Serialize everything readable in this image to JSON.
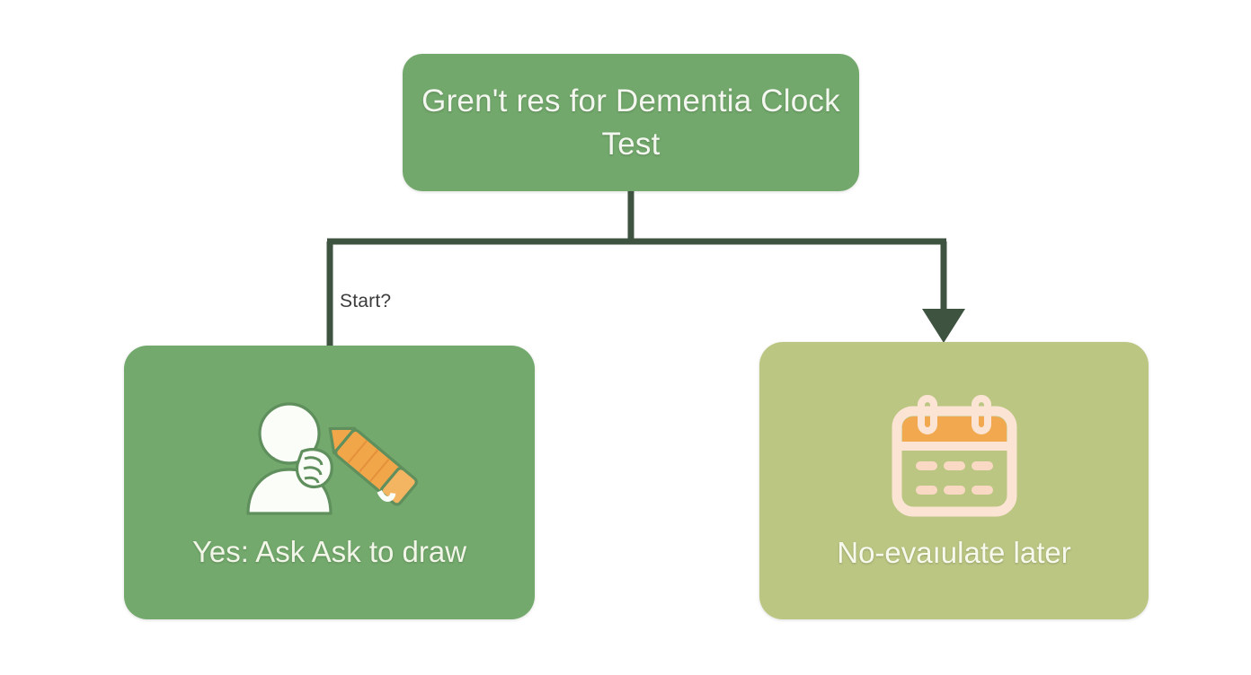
{
  "diagram": {
    "background_color": "#ffffff",
    "connector_color": "#3f5341",
    "nodes": [
      {
        "id": "root",
        "label": "Gren't res for Dementia Clock Test",
        "color": "#72a86c",
        "text_color": "#f4f7ef"
      },
      {
        "id": "yes",
        "label": "Yes: Ask Ask to draw",
        "color": "#73a96d",
        "text_color": "#f2f6e8",
        "icon": "person-with-pencil-icon"
      },
      {
        "id": "no",
        "label": "No-evaıulate later",
        "color": "#bcc683",
        "text_color": "#f7f9ec",
        "icon": "calendar-icon"
      }
    ],
    "edges": [
      {
        "id": "root-to-yes",
        "label": "Start?",
        "arrowhead": false
      },
      {
        "id": "root-to-no",
        "label": "",
        "arrowhead": true
      }
    ],
    "icon_colors": {
      "person_fill": "#fbfdf8",
      "pencil_body": "#f2a64a",
      "pencil_outline": "#fbfdf8",
      "calendar_outline": "#fbe4d4",
      "calendar_header": "#f2a84f",
      "calendar_dash": "#fad9c4"
    }
  }
}
